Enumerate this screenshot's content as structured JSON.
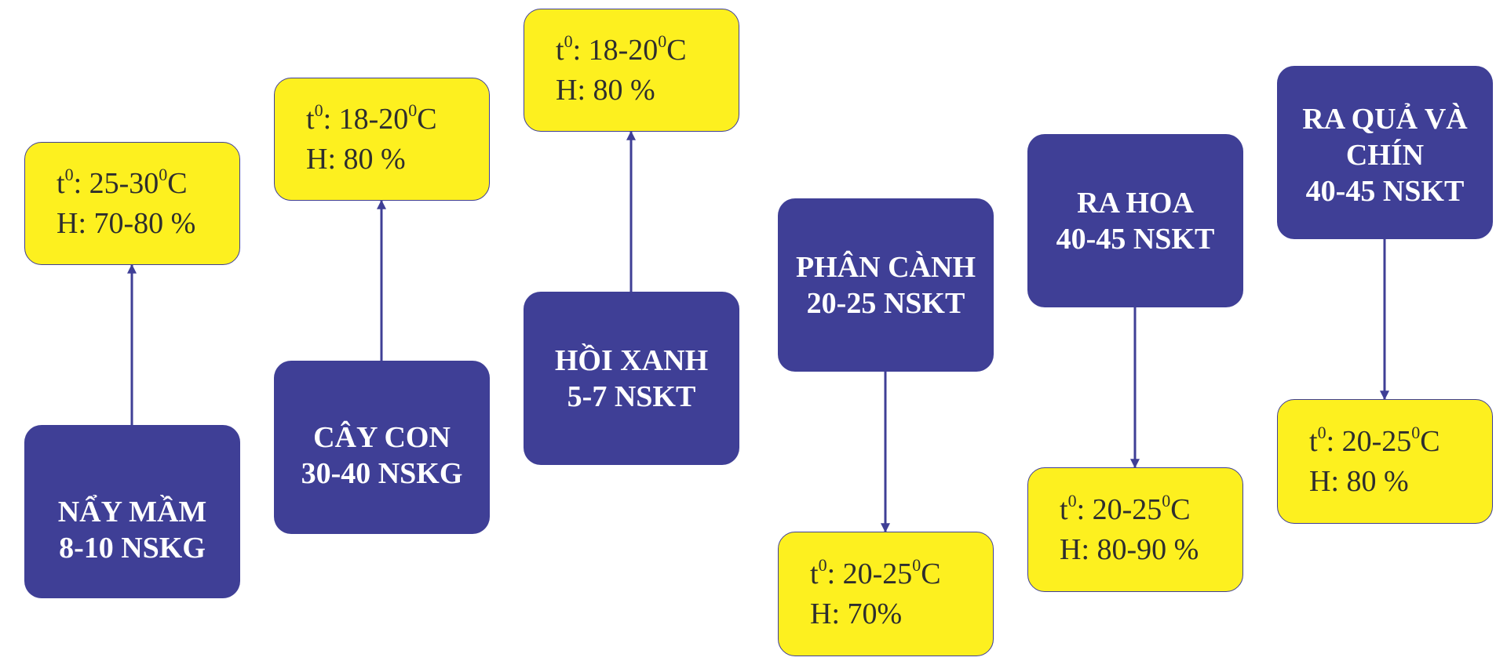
{
  "stages": [
    {
      "id": "nay-mam",
      "line1": "NẨY MẦM",
      "line2": "8-10 NSKG",
      "cond": {
        "t_range": "25-30",
        "unit": "C",
        "sup": "0",
        "humidity": "H: 70-80 %"
      }
    },
    {
      "id": "cay-con",
      "line1": "CÂY CON",
      "line2": "30-40 NSKG",
      "cond": {
        "t_range": "18-20",
        "unit": "C",
        "sup": "0",
        "humidity": "H: 80 %"
      }
    },
    {
      "id": "hoi-xanh",
      "line1": "HỒI XANH",
      "line2": "5-7 NSKT",
      "cond": {
        "t_range": "18-20",
        "unit": "C",
        "sup": "0",
        "humidity": "H: 80 %"
      }
    },
    {
      "id": "phan-canh",
      "line1": "PHÂN CÀNH",
      "line2": "20-25 NSKT",
      "cond": {
        "t_range": "20-25",
        "unit": "C",
        "sup": "0",
        "humidity": "H: 70%"
      }
    },
    {
      "id": "ra-hoa",
      "line1": "RA HOA",
      "line2": "40-45 NSKT",
      "cond": {
        "t_range": "20-25",
        "unit": "C",
        "sup": "0",
        "humidity": "H: 80-90 %"
      }
    },
    {
      "id": "ra-qua",
      "line1": "RA QUẢ VÀ",
      "line2": "CHÍN",
      "line3": "40-45 NSKT",
      "cond": {
        "t_range": "20-25",
        "unit": "C",
        "sup": "0",
        "humidity": "H: 80 %"
      }
    }
  ],
  "t_symbol": "t",
  "colors": {
    "stage_bg": "#3f3f96",
    "cond_bg": "#fdf01f",
    "arrow": "#3f3f96"
  }
}
